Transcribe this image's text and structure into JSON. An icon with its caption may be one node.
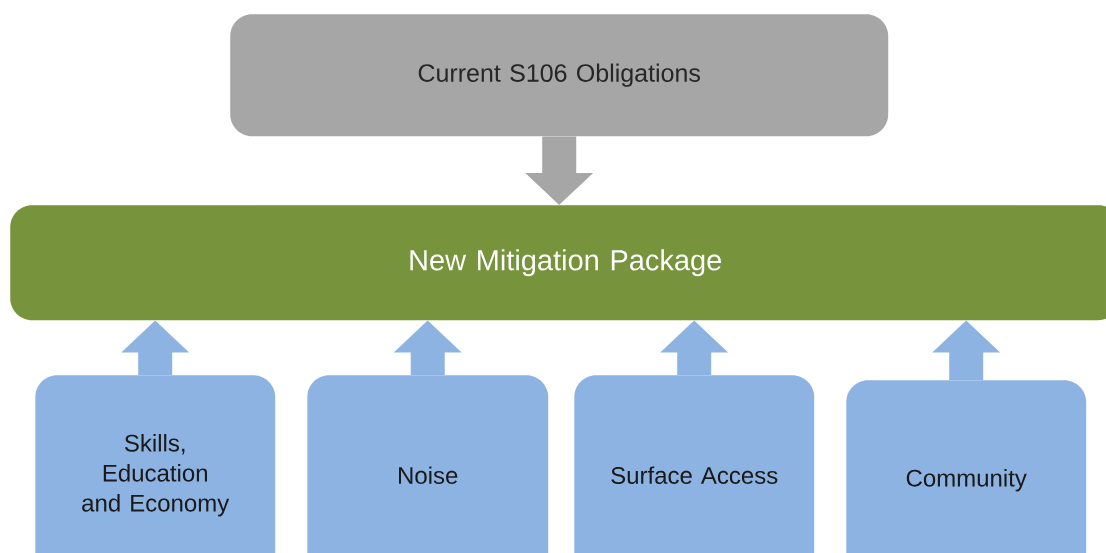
{
  "diagram": {
    "nodes": [
      {
        "text": [
          "Current S106 Obligations"
        ]
      },
      {
        "text": [
          "New Mitigation Package"
        ]
      },
      {
        "text": [
          "Skills, Education and Economy"
        ]
      },
      {
        "text": [
          "Noise"
        ]
      },
      {
        "text": [
          "Surface Access"
        ]
      },
      {
        "text": [
          "Community"
        ]
      }
    ],
    "edges": [
      {
        "from": 0,
        "to": 1,
        "arrow": "to",
        "color": "#a6a6a6"
      },
      {
        "from": 2,
        "to": 1,
        "arrow": "to"
      },
      {
        "from": 3,
        "to": 1,
        "arrow": "to"
      },
      {
        "from": 4,
        "to": 1,
        "arrow": "to"
      },
      {
        "from": 5,
        "to": 1,
        "arrow": "to"
      }
    ]
  }
}
